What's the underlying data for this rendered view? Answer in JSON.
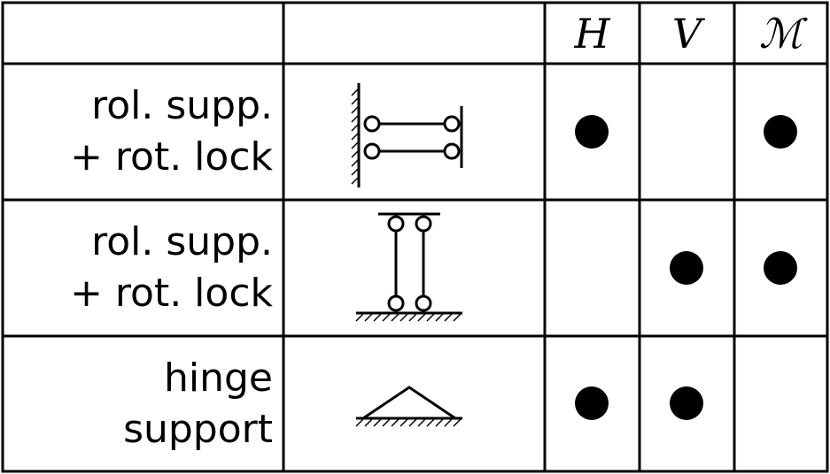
{
  "columns": {
    "h_label": "H",
    "v_label": "V",
    "m_label": "ℳ"
  },
  "rows": [
    {
      "label_line1": "rol. supp.",
      "label_line2": "+ rot. lock",
      "symbol": "roller-support-rotation-lock-horizontal",
      "H": true,
      "V": false,
      "M": true
    },
    {
      "label_line1": "rol. supp.",
      "label_line2": "+ rot. lock",
      "symbol": "roller-support-rotation-lock-vertical",
      "H": false,
      "V": true,
      "M": true
    },
    {
      "label_line1": "hinge",
      "label_line2": "support",
      "symbol": "hinge-support",
      "H": true,
      "V": true,
      "M": false
    }
  ],
  "colors": {
    "line": "#000000",
    "dot": "#000000",
    "background": "#ffffff"
  }
}
